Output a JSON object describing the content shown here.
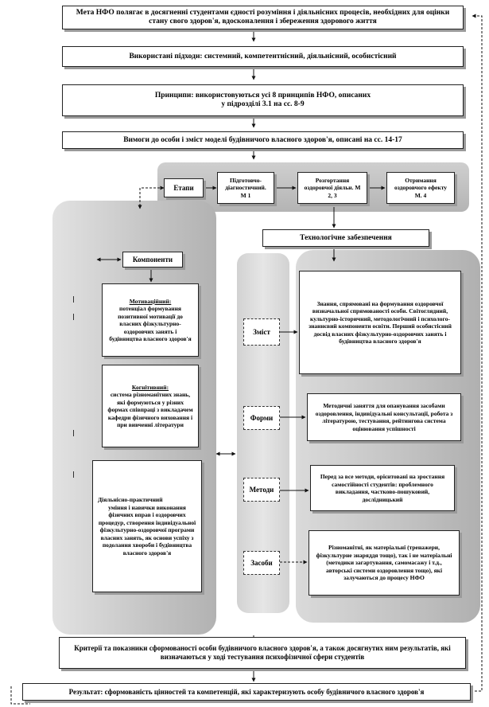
{
  "nodes": {
    "goal": "Мета НФО полягає в досягненні студентами єдності розуміння і діяльнісних процесів, необхідних для оцінки стану свого здоров'я, вдосконалення і збереження здорового життя",
    "approaches": "Використані підходи: системний, компетентнісний, діяльнісний, особистісний",
    "principles_line1": "Принципи: використовуються усі 8 принципів НФО, описаних",
    "principles_line2": "у підрозділі 3.1 на сс. 8-9",
    "requirements": "Вимоги до особи і зміст моделі будівничого власного здоров'я, описані на сс. 14-17",
    "stages_label": "Етапи",
    "stage1": "Підготовчо-діагностичний. М 1",
    "stage2": "Розгортання оздоровчої діяльн. М 2, 3",
    "stage3": "Отримання оздоровчого ефекту М. 4",
    "tech_support": "Технологічне забезпечення",
    "components_label": "Компоненти",
    "comp_motivational_title": "Мотиваційний:",
    "comp_motivational_body": "потенціал формування позитивної мотивації до власних фізкультурно-оздоровчих занять і будівництва власного здоров'я",
    "comp_cognitive_title": "Когнітивний:",
    "comp_cognitive_body": "система різноманітних знань, які формуються у різних формах співпраці з викладачем кафедри фізичного виховання і при вивченні літератури",
    "comp_activity_title": "Діяльнісно-практичний",
    "comp_activity_body": "уміння і навички виконання фізичних вправ і оздоровчих процедур, створення індивідуальної фізкультурно-оздоровчої програми власних занять, як основи успіху з подолання хвороби і будівництва власного здоров'я",
    "content_label": "Зміст",
    "content_text": "Знання, спрямовані на формування оздоровчої визначальної спрямованості особи. Світоглядний, культурно-історичний, методологічний і психолого-знаннєвий компоненти освіти. Перший особистісний досвід власних фізкультурно-оздоровчих занять і будівництва власного здоров'я",
    "forms_label": "Форми",
    "forms_text": "Методичні заняття для опанування засобами оздоровлення, індивідуальні консультації, робота з літературою, тестування, рейтингова система оцінювання успішності",
    "methods_label": "Методи",
    "methods_text": "Перед за все методи, орієнтовані на зростання самостійності студентів: проблемного викладання, частково-пошуковий, дослідницький",
    "means_label": "Засоби",
    "means_text": "Різноманітні, як матеріальні (тренажери, фізкультурне знаряддя тощо), так і не матеріальні (методики загартування, самомасажу і т.д., авторські системи оздоровлення тощо), які залучаються до процесу НФО",
    "criteria": "Критерії та показники сформованості особи будівничого власного здоров'я, а також досягнутих ним результатів, які визначаються у ході тестування психофізичної сфери студентів",
    "result": "Результат: сформованість цінностей та компетенцій, які характеризують особу будівничого власного здоров'я"
  }
}
